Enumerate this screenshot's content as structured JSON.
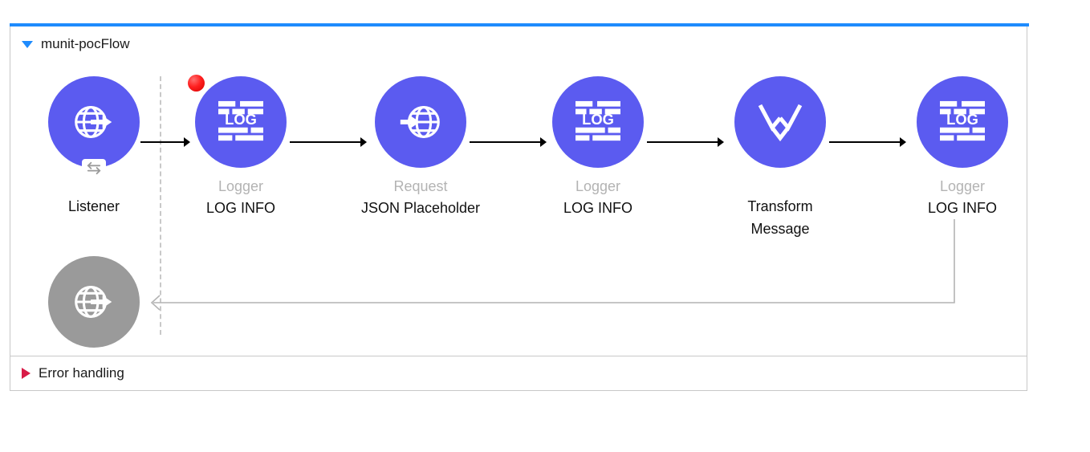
{
  "flow": {
    "title": "munit-pocFlow",
    "expander_icon": "triangle-down-icon",
    "top_accent_color": "#1e8bfd",
    "border_color": "#c8c8c8"
  },
  "colors": {
    "node_active": "#5b5bf0",
    "node_disabled": "#9a9a9a",
    "breakpoint": "#ff2020",
    "type_label": "#b3b3b3",
    "name_label": "#111111",
    "error_marker": "#d81b47"
  },
  "nodes": [
    {
      "id": "listener",
      "type": "",
      "name": "Listener",
      "icon": "globe-arrow-out-icon",
      "state": "active",
      "badge": "exchange-arrows-icon",
      "breakpoint": false
    },
    {
      "id": "logger-1",
      "type": "Logger",
      "name": "LOG INFO",
      "icon": "log-icon",
      "state": "active",
      "badge": null,
      "breakpoint": true
    },
    {
      "id": "request",
      "type": "Request",
      "name": "JSON Placeholder",
      "icon": "globe-arrow-in-icon",
      "state": "active",
      "badge": null,
      "breakpoint": false
    },
    {
      "id": "logger-2",
      "type": "Logger",
      "name": "LOG INFO",
      "icon": "log-icon",
      "state": "active",
      "badge": null,
      "breakpoint": false
    },
    {
      "id": "transform",
      "type": "",
      "name": "Transform\nMessage",
      "name_line1": "Transform",
      "name_line2": "Message",
      "icon": "dataweave-icon",
      "state": "active",
      "badge": null,
      "breakpoint": false
    },
    {
      "id": "logger-3",
      "type": "Logger",
      "name": "LOG INFO",
      "icon": "log-icon",
      "state": "active",
      "badge": null,
      "breakpoint": false
    }
  ],
  "response_node": {
    "id": "listener-response",
    "icon": "globe-arrow-out-icon",
    "state": "disabled",
    "name": ""
  },
  "connectors": {
    "count": 5,
    "style": "arrow-right",
    "return_path": "arrow-left"
  },
  "error_handling": {
    "label": "Error handling",
    "expander_icon": "triangle-right-icon"
  }
}
